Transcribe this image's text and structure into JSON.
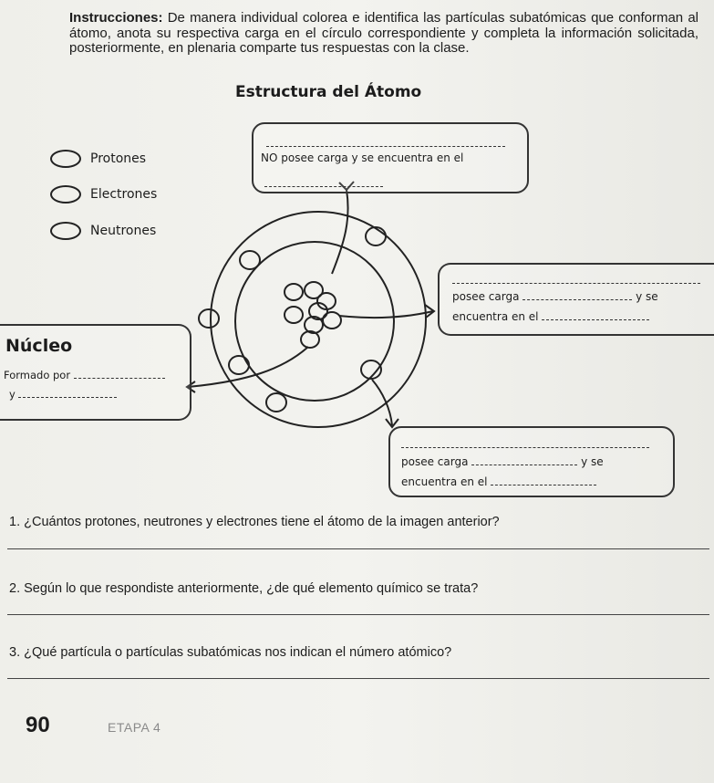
{
  "instructions": {
    "label": "Instrucciones:",
    "text": " De manera individual colorea e identifica las partículas subatómicas que conforman al átomo, anota su respectiva carga en el círculo correspondiente y completa la información solicitada, posteriormente, en plenaria comparte tus respuestas con la clase."
  },
  "title": "Estructura del Átomo",
  "options": [
    "Protones",
    "Electrones",
    "Neutrones"
  ],
  "box_top": {
    "text": "NO posee carga y se encuentra en el"
  },
  "box_right": {
    "line1": "posee carga",
    "line1_end": "y se",
    "line2": "encuentra en el"
  },
  "box_left": {
    "title": "Núcleo",
    "line1": "Formado por",
    "line2": "y"
  },
  "box_bottom": {
    "line1": "posee carga",
    "line1_end": "y se",
    "line2": "encuentra en el"
  },
  "questions": [
    "1.  ¿Cuántos protones, neutrones y electrones tiene el átomo de la imagen anterior?",
    "2.  Según lo que respondiste anteriormente, ¿de qué elemento químico se trata?",
    "3.  ¿Qué partícula o partículas subatómicas nos indican el número atómico?"
  ],
  "page_number": "90",
  "etapa": "ETAPA 4"
}
